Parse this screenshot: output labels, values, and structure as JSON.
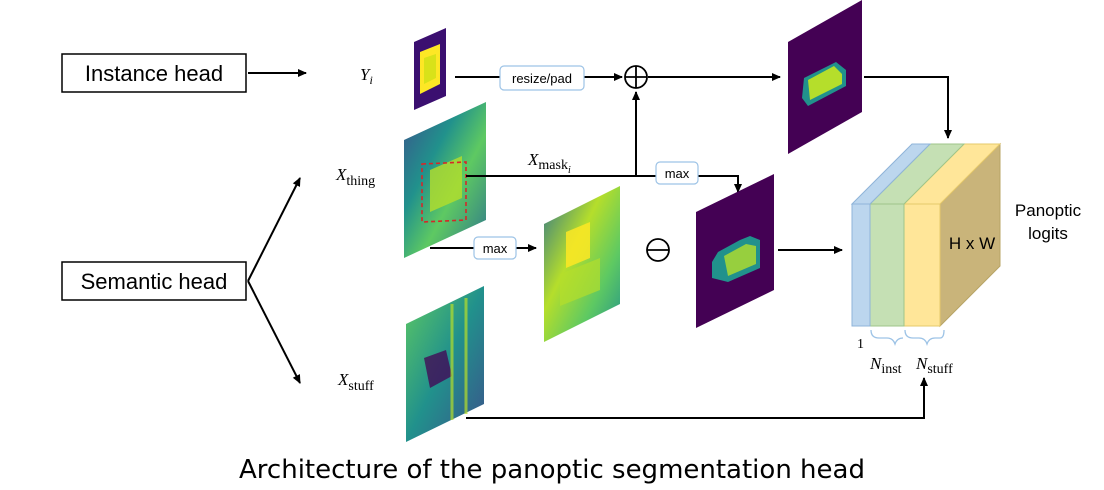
{
  "boxes": {
    "instance_head": "Instance head",
    "semantic_head": "Semantic head"
  },
  "ops": {
    "resize_pad": "resize/pad",
    "max_top": "max",
    "max_bottom": "max",
    "plus_symbol": "⊕",
    "minus_symbol": "⊖"
  },
  "math": {
    "y_i": {
      "base": "Y",
      "sub": "i"
    },
    "x_thing": {
      "base": "X",
      "sub": "thing"
    },
    "x_stuff": {
      "base": "X",
      "sub": "stuff"
    },
    "x_mask": {
      "base": "X",
      "sub": "mask",
      "subsub": "i"
    },
    "n_inst": {
      "base": "N",
      "sub": "inst"
    },
    "n_stuff": {
      "base": "N",
      "sub": "stuff"
    },
    "one": "1"
  },
  "output": {
    "dims": "H x W",
    "label_line1": "Panoptic",
    "label_line2": "logits"
  },
  "caption": "Architecture of the panoptic segmentation head",
  "colors": {
    "viridis_dark": "#440154",
    "viridis_mid": "#21918c",
    "viridis_bright": "#fde725",
    "block_blue": "#bcd6ee",
    "block_green": "#c5e0b4",
    "block_yellow": "#ffe699",
    "block_tan": "#c9b47a",
    "op_box_border": "#9dc3e6",
    "bbox_red": "#d62728"
  }
}
